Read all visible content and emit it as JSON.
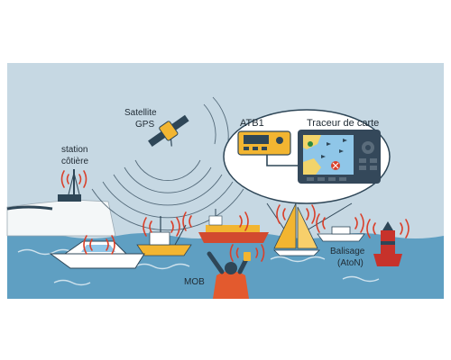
{
  "labels": {
    "satellite_line1": "Satellite",
    "satellite_line2": "GPS",
    "station_line1": "station",
    "station_line2": "côtière",
    "atb1": "ATB1",
    "plotter": "Traceur de carte",
    "aton_line1": "Balisage",
    "aton_line2": "(AtoN)",
    "mob": "MOB"
  },
  "colors": {
    "sky": "#c6d8e3",
    "sea": "#5f9fc2",
    "sea_dark": "#4a86ab",
    "signal": "#d9402b",
    "device_yellow": "#f2b531",
    "plotter_body": "#34485a",
    "plotter_screen": "#8fc6e8",
    "buoy": "#c7322b"
  },
  "icons": [
    "satellite-icon",
    "coastal-station-icon",
    "ais-transponder-icon",
    "chart-plotter-icon",
    "buoy-icon",
    "person-overboard-icon",
    "motorboat-icon",
    "sailboat-icon",
    "cargo-ship-icon",
    "fishing-boat-icon"
  ]
}
